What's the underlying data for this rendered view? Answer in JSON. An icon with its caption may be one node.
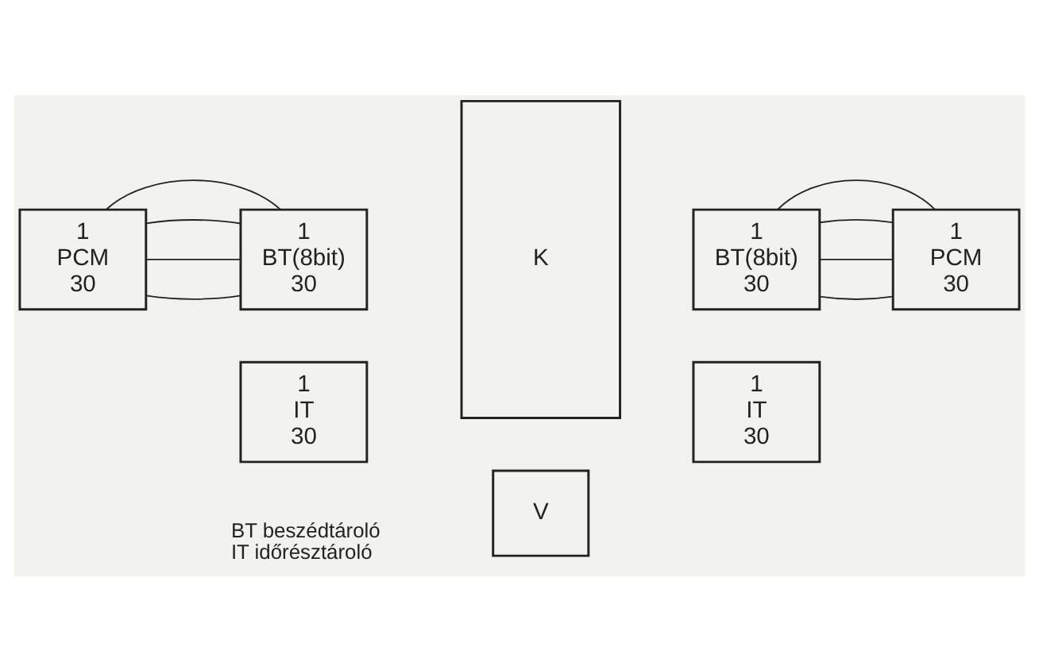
{
  "diagram": {
    "nodes": [
      {
        "text": [
          "1",
          "PCM",
          "30"
        ]
      },
      {
        "text": [
          "1",
          "BT(8bit)",
          "30"
        ]
      },
      {
        "text": [
          "1",
          "IT",
          "30"
        ]
      },
      {
        "text": [
          "K"
        ]
      },
      {
        "text": [
          "1",
          "BT(8bit)",
          "30"
        ]
      },
      {
        "text": [
          "1",
          "PCM",
          "30"
        ]
      },
      {
        "text": [
          "1",
          "IT",
          "30"
        ]
      },
      {
        "text": [
          "V"
        ]
      }
    ],
    "edges": [
      {
        "from": 0,
        "to": 1,
        "arrow": "none"
      },
      {
        "from": 0,
        "to": 1,
        "arrow": "none"
      },
      {
        "from": 0,
        "to": 1,
        "arrow": "none"
      },
      {
        "from": 0,
        "to": 1,
        "arrow": "none"
      },
      {
        "from": 4,
        "to": 5,
        "arrow": "none"
      },
      {
        "from": 4,
        "to": 5,
        "arrow": "none"
      },
      {
        "from": 4,
        "to": 5,
        "arrow": "none"
      },
      {
        "from": 4,
        "to": 5,
        "arrow": "none"
      }
    ],
    "labels": [
      "BT beszédtároló",
      "IT időrésztároló"
    ]
  }
}
